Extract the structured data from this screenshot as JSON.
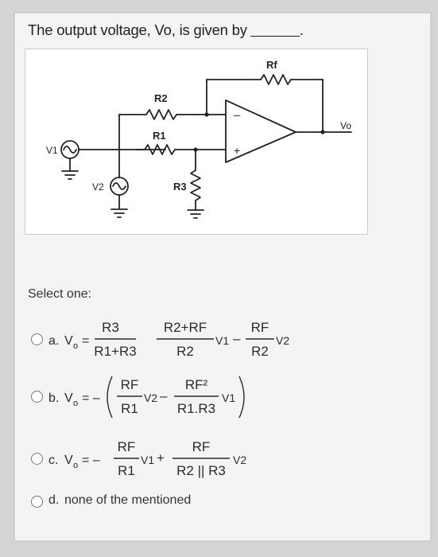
{
  "question": {
    "text": "The output voltage, Vo, is given by"
  },
  "circuit": {
    "labels": {
      "rf": "Rf",
      "r2": "R2",
      "r1": "R1",
      "r3": "R3",
      "v1": "V1",
      "v2": "V2",
      "vo": "Vo",
      "minus": "–",
      "plus": "+"
    }
  },
  "prompt": "Select one:",
  "options": [
    {
      "letter": "a.",
      "lhs": "V",
      "lhs_sub": "o",
      "eq": "=",
      "f1_num": "R3",
      "f1_den": "R1+R3",
      "f2_num": "R2+RF",
      "f2_den": "R2",
      "t1": "V1",
      "minus": "–",
      "f3_num": "RF",
      "f3_den": "R2",
      "t2": "V2"
    },
    {
      "letter": "b.",
      "lhs": "V",
      "lhs_sub": "o",
      "eq": "= –",
      "f1_num": "RF",
      "f1_den": "R1",
      "t1": "V2",
      "minus": "–",
      "f2_num": "RF²",
      "f2_den": "R1.R3",
      "t2": "V1"
    },
    {
      "letter": "c.",
      "lhs": "V",
      "lhs_sub": "o",
      "eq": "= –",
      "f1_num": "RF",
      "f1_den": "R1",
      "t1": "V1",
      "plus": "+",
      "f2_num": "RF",
      "f2_den": "R2 || R3",
      "t2": "V2"
    },
    {
      "letter": "d.",
      "text": "none of the mentioned"
    }
  ]
}
